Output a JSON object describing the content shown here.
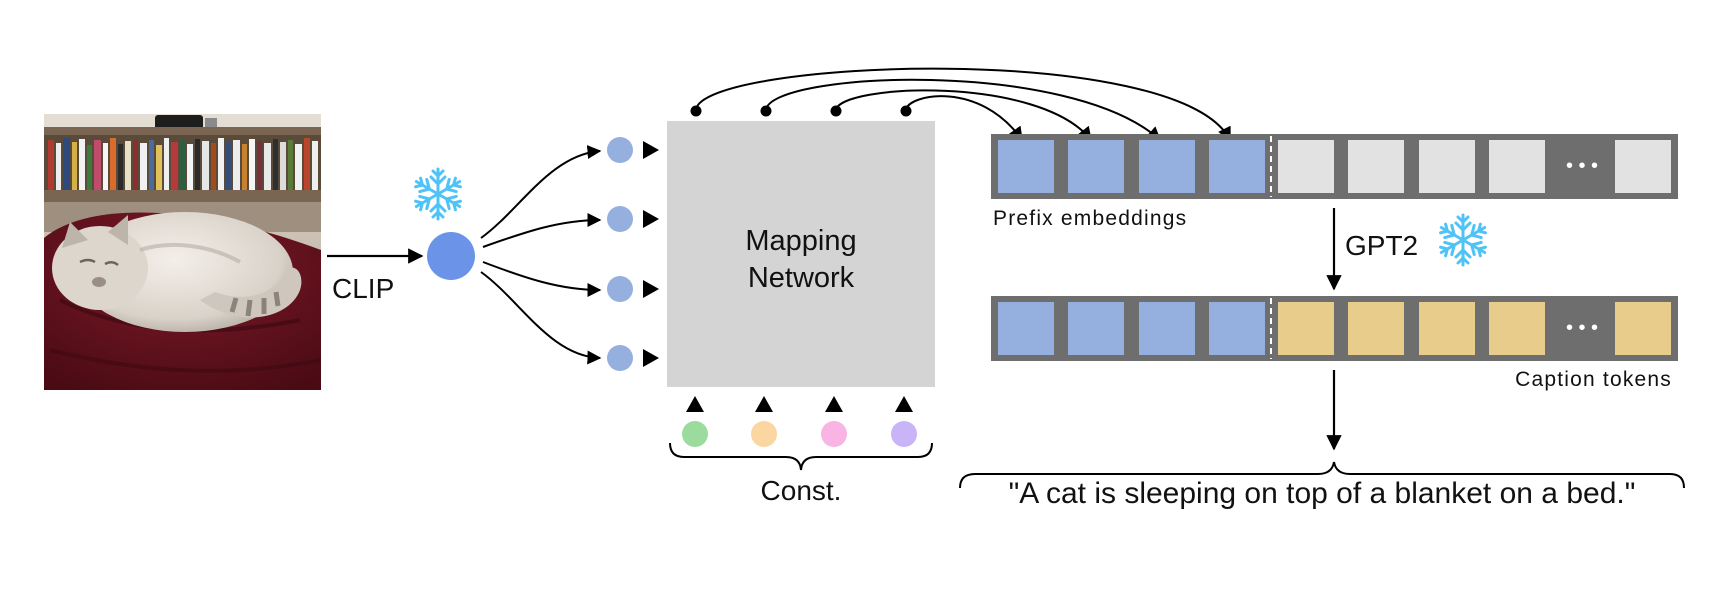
{
  "labels": {
    "clip": "CLIP",
    "mapping_line1": "Mapping",
    "mapping_line2": "Network",
    "prefix": "Prefix embeddings",
    "gpt2": "GPT2",
    "caption_tokens": "Caption tokens",
    "const": "Const.",
    "caption": "\"A cat is sleeping on top of a blanket on a bed.\"",
    "ellipsis": "• • •"
  },
  "icons": {
    "frozen_clip": "snowflake-icon",
    "frozen_gpt2": "snowflake-icon",
    "input_image": "sleeping-cat-photo"
  },
  "colors": {
    "clip_embedding": "#6b93e8",
    "prefix_token": "#95b0df",
    "gray_token": "#e2e2e2",
    "caption_token": "#e8cc8c",
    "sequence_frame": "#6e6e6e",
    "mapping_box": "#d4d4d4",
    "snowflake": "#4fc3f7",
    "const_colors": [
      "#9bdc9e",
      "#fcd6a0",
      "#f8b4e2",
      "#c9b4f8"
    ]
  }
}
